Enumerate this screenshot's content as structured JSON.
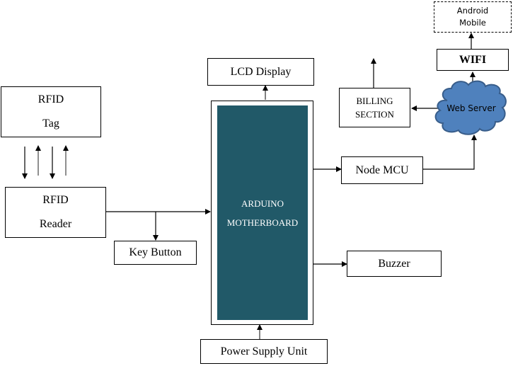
{
  "diagram": {
    "type": "block-diagram",
    "blocks": {
      "rfid_tag": {
        "line1": "RFID",
        "line2": "Tag"
      },
      "rfid_reader": {
        "line1": "RFID",
        "line2": "Reader"
      },
      "key_button": {
        "label": "Key Button"
      },
      "lcd_display": {
        "label": "LCD Display"
      },
      "arduino": {
        "line1": "ARDUINO",
        "line2": "MOTHERBOARD"
      },
      "power_supply": {
        "label": "Power Supply Unit"
      },
      "node_mcu": {
        "label": "Node MCU"
      },
      "buzzer": {
        "label": "Buzzer"
      },
      "billing": {
        "line1": "BILLING",
        "line2": "SECTION"
      },
      "web_server": {
        "label": "Web Server"
      },
      "wifi": {
        "label": "WIFI"
      },
      "android": {
        "line1": "Android",
        "line2": "Mobile"
      }
    },
    "connections": [
      {
        "from": "RFID Tag",
        "to": "RFID Reader",
        "direction": "bidirectional"
      },
      {
        "from": "RFID Reader",
        "to": "ARDUINO MOTHERBOARD"
      },
      {
        "from": "RFID Reader",
        "to": "Key Button"
      },
      {
        "from": "ARDUINO MOTHERBOARD",
        "to": "LCD Display"
      },
      {
        "from": "Power Supply Unit",
        "to": "ARDUINO MOTHERBOARD"
      },
      {
        "from": "ARDUINO MOTHERBOARD",
        "to": "Node MCU"
      },
      {
        "from": "ARDUINO MOTHERBOARD",
        "to": "Buzzer"
      },
      {
        "from": "Node MCU",
        "to": "Web Server"
      },
      {
        "from": "Web Server",
        "to": "BILLING SECTION"
      },
      {
        "from": "Web Server",
        "to": "WIFI"
      },
      {
        "from": "WIFI",
        "to": "Android Mobile"
      },
      {
        "from": "BILLING SECTION",
        "to": "(upward, unlabeled)"
      }
    ],
    "colors": {
      "arduino_fill": "#215968",
      "cloud_fill": "#4f81bd",
      "cloud_stroke": "#385d8a"
    }
  }
}
